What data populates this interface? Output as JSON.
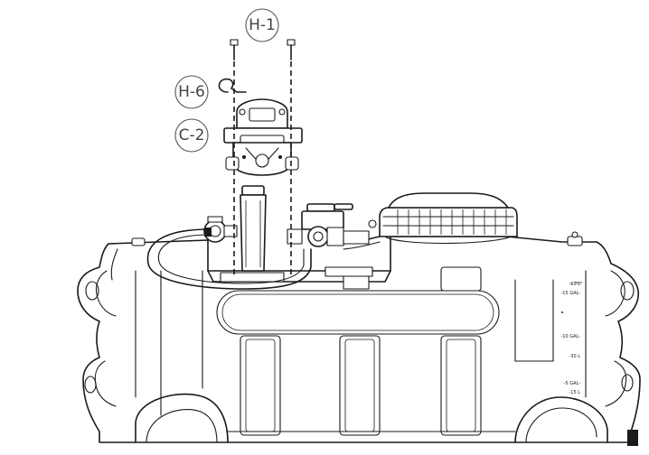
{
  "callouts": {
    "h1": "H-1",
    "h6": "H-6",
    "c2": "C-2"
  },
  "tank_scale": {
    "mark_1": "-60 L",
    "mark_2": "-15 GAL-",
    "mark_3": "-10 GAL-",
    "mark_4": "-30 L",
    "mark_5": "-5 GAL-",
    "mark_6": "-15 L"
  },
  "colors": {
    "line": "#1a1a1a",
    "callout_text": "#444444"
  }
}
